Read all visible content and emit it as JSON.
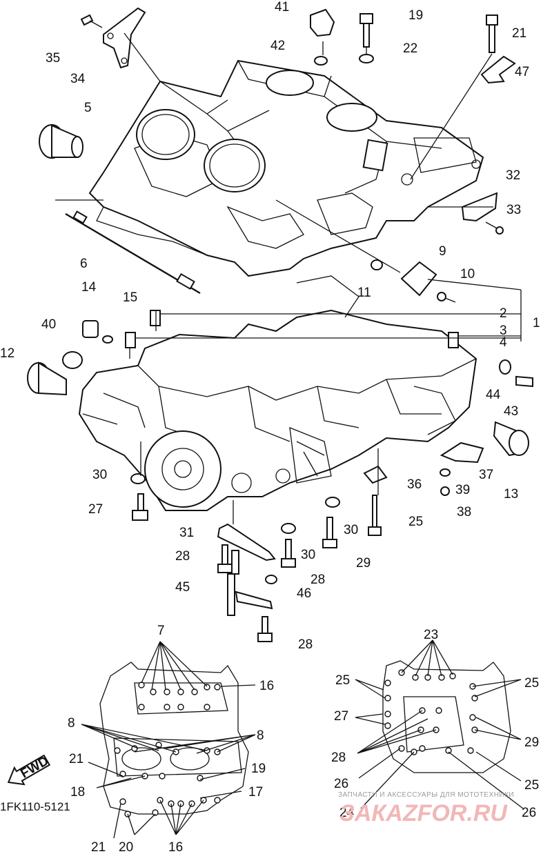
{
  "figure_code": "1FK110-5121",
  "fwd_label": "FWD",
  "watermark": {
    "caption": "ЗАПЧАСТИ И АКСЕССУАРЫ ДЛЯ МОТОТЕХНИКИ",
    "brand": "ЗАКАZFOR.RU"
  },
  "callouts": [
    {
      "id": "c41",
      "text": "41"
    },
    {
      "id": "c19a",
      "text": "19"
    },
    {
      "id": "c21a",
      "text": "21"
    },
    {
      "id": "c35",
      "text": "35"
    },
    {
      "id": "c42",
      "text": "42"
    },
    {
      "id": "c22",
      "text": "22"
    },
    {
      "id": "c47",
      "text": "47"
    },
    {
      "id": "c34",
      "text": "34"
    },
    {
      "id": "c5",
      "text": "5"
    },
    {
      "id": "c32",
      "text": "32"
    },
    {
      "id": "c33",
      "text": "33"
    },
    {
      "id": "c6",
      "text": "6"
    },
    {
      "id": "c9",
      "text": "9"
    },
    {
      "id": "c10",
      "text": "10"
    },
    {
      "id": "c11",
      "text": "11"
    },
    {
      "id": "c14",
      "text": "14"
    },
    {
      "id": "c15",
      "text": "15"
    },
    {
      "id": "c2",
      "text": "2"
    },
    {
      "id": "c1",
      "text": "1"
    },
    {
      "id": "c40",
      "text": "40"
    },
    {
      "id": "c3",
      "text": "3"
    },
    {
      "id": "c4",
      "text": "4"
    },
    {
      "id": "c12",
      "text": "12"
    },
    {
      "id": "c44",
      "text": "44"
    },
    {
      "id": "c43",
      "text": "43"
    },
    {
      "id": "c37",
      "text": "37"
    },
    {
      "id": "c13",
      "text": "13"
    },
    {
      "id": "c30a",
      "text": "30"
    },
    {
      "id": "c39",
      "text": "39"
    },
    {
      "id": "c36",
      "text": "36"
    },
    {
      "id": "c38",
      "text": "38"
    },
    {
      "id": "c27a",
      "text": "27"
    },
    {
      "id": "c25a",
      "text": "25"
    },
    {
      "id": "c30b",
      "text": "30"
    },
    {
      "id": "c31",
      "text": "31"
    },
    {
      "id": "c30c",
      "text": "30"
    },
    {
      "id": "c29a",
      "text": "29"
    },
    {
      "id": "c28a",
      "text": "28"
    },
    {
      "id": "c28b",
      "text": "28"
    },
    {
      "id": "c45",
      "text": "45"
    },
    {
      "id": "c46",
      "text": "46"
    },
    {
      "id": "c28c",
      "text": "28"
    },
    {
      "id": "c7",
      "text": "7"
    },
    {
      "id": "c23",
      "text": "23"
    },
    {
      "id": "c16a",
      "text": "16"
    },
    {
      "id": "c25b",
      "text": "25"
    },
    {
      "id": "c25c",
      "text": "25"
    },
    {
      "id": "c8a",
      "text": "8"
    },
    {
      "id": "c8b",
      "text": "8"
    },
    {
      "id": "c27b",
      "text": "27"
    },
    {
      "id": "c29b",
      "text": "29"
    },
    {
      "id": "c21b",
      "text": "21"
    },
    {
      "id": "c19b",
      "text": "19"
    },
    {
      "id": "c28d",
      "text": "28"
    },
    {
      "id": "c18",
      "text": "18"
    },
    {
      "id": "c17",
      "text": "17"
    },
    {
      "id": "c26a",
      "text": "26"
    },
    {
      "id": "c25d",
      "text": "25"
    },
    {
      "id": "c24",
      "text": "24"
    },
    {
      "id": "c26b",
      "text": "26"
    },
    {
      "id": "c21c",
      "text": "21"
    },
    {
      "id": "c20",
      "text": "20"
    },
    {
      "id": "c16b",
      "text": "16"
    }
  ]
}
